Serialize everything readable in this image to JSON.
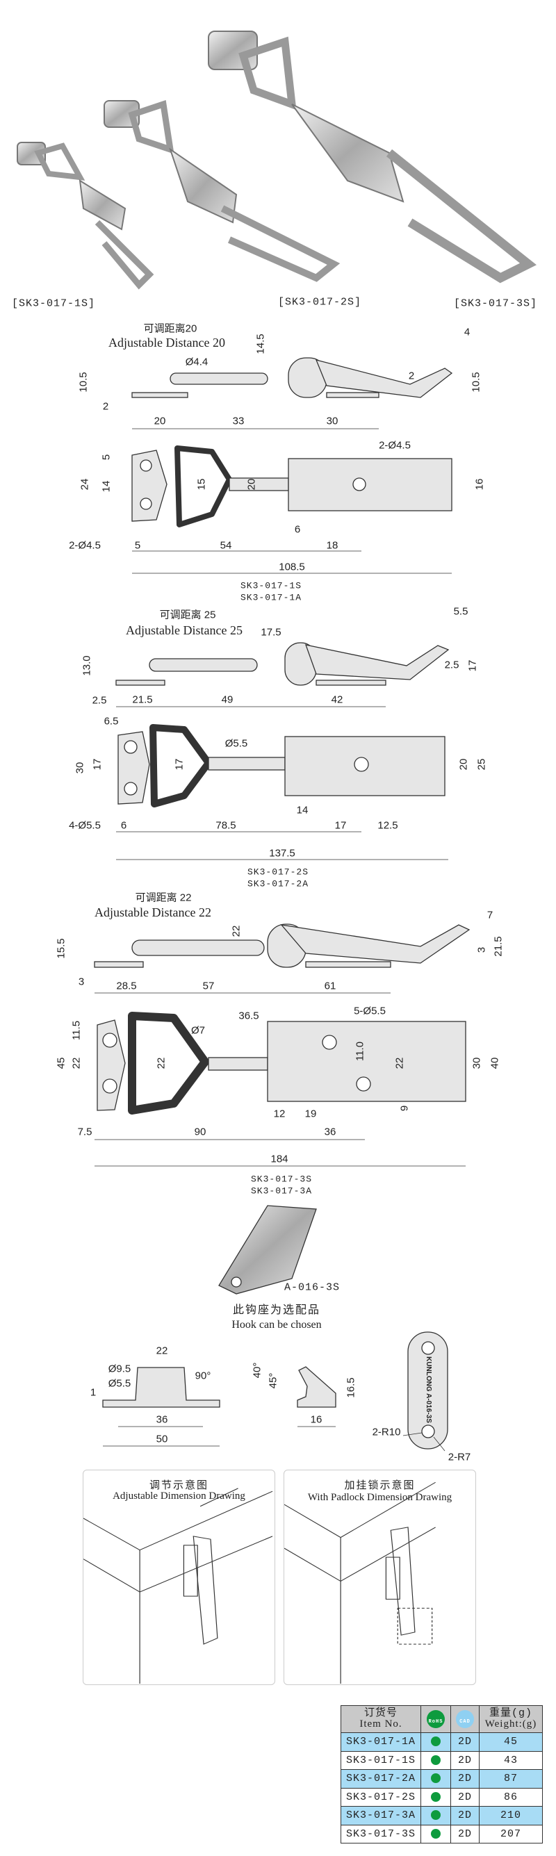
{
  "photos": {
    "labels": [
      "[SK3-017-1S]",
      "[SK3-017-2S]",
      "[SK3-017-3S]"
    ]
  },
  "d1": {
    "adj_cn": "可调距离20",
    "adj_en": "Adjustable Distance 20",
    "side": [
      "20",
      "33",
      "30",
      "10.5",
      "2",
      "Ø4.4",
      "14.5",
      "4",
      "2",
      "10.5"
    ],
    "top": [
      "24",
      "5",
      "14",
      "15",
      "20",
      "2-Ø4.5",
      "16",
      "2-Ø4.5",
      "5",
      "54",
      "6",
      "18",
      "108.5"
    ],
    "models": [
      "SK3-017-1S",
      "SK3-017-1A"
    ]
  },
  "d2": {
    "adj_cn": "可调距离 25",
    "adj_en": "Adjustable Distance 25",
    "side": [
      "13.0",
      "2.5",
      "21.5",
      "49",
      "42",
      "17.5",
      "5.5",
      "2.5",
      "17"
    ],
    "top": [
      "6.5",
      "30",
      "17",
      "17",
      "Ø5.5",
      "20",
      "25",
      "4-Ø5.5",
      "6",
      "78.5",
      "14",
      "17",
      "12.5",
      "137.5"
    ],
    "models": [
      "SK3-017-2S",
      "SK3-017-2A"
    ]
  },
  "d3": {
    "adj_cn": "可调距离 22",
    "adj_en": "Adjustable Distance 22",
    "side": [
      "15.5",
      "3",
      "28.5",
      "57",
      "61",
      "22",
      "7",
      "3",
      "21.5"
    ],
    "top": [
      "11.5",
      "45",
      "22",
      "22",
      "Ø7",
      "36.5",
      "5-Ø5.5",
      "11.0",
      "22",
      "30",
      "40",
      "9",
      "12",
      "19",
      "7.5",
      "90",
      "36",
      "184"
    ],
    "models": [
      "SK3-017-3S",
      "SK3-017-3A"
    ]
  },
  "hook": {
    "model": "A-016-3S",
    "note_cn": "此钩座为选配品",
    "note_en": "Hook can be chosen",
    "front": [
      "22",
      "Ø9.5",
      "Ø5.5",
      "90°",
      "1",
      "36",
      "50"
    ],
    "side": [
      "40°",
      "45°",
      "16.5",
      "16"
    ],
    "plate": [
      "2-R10",
      "2-R7"
    ],
    "engraving": "KUNLONG A-016-3S"
  },
  "panels": [
    {
      "cn": "调节示意图",
      "en": "Adjustable Dimension Drawing"
    },
    {
      "cn": "加挂锁示意图",
      "en": "With Padlock Dimension Drawing"
    }
  ],
  "table": {
    "headers": {
      "item_cn": "订货号",
      "item_en": "Item No.",
      "rohs": "RoHS",
      "cad": "CAD",
      "weight_cn": "重量(g)",
      "weight_en": "Weight:(g)"
    },
    "rows": [
      {
        "item": "SK3-017-1A",
        "cad": "2D",
        "weight": "45"
      },
      {
        "item": "SK3-017-1S",
        "cad": "2D",
        "weight": "43"
      },
      {
        "item": "SK3-017-2A",
        "cad": "2D",
        "weight": "87"
      },
      {
        "item": "SK3-017-2S",
        "cad": "2D",
        "weight": "86"
      },
      {
        "item": "SK3-017-3A",
        "cad": "2D",
        "weight": "210"
      },
      {
        "item": "SK3-017-3S",
        "cad": "2D",
        "weight": "207"
      }
    ],
    "colors": {
      "highlight": "#a8dcf5",
      "header": "#c9c9c9",
      "rohs": "#0e9b3e",
      "cad": "#8fd0f2"
    }
  }
}
